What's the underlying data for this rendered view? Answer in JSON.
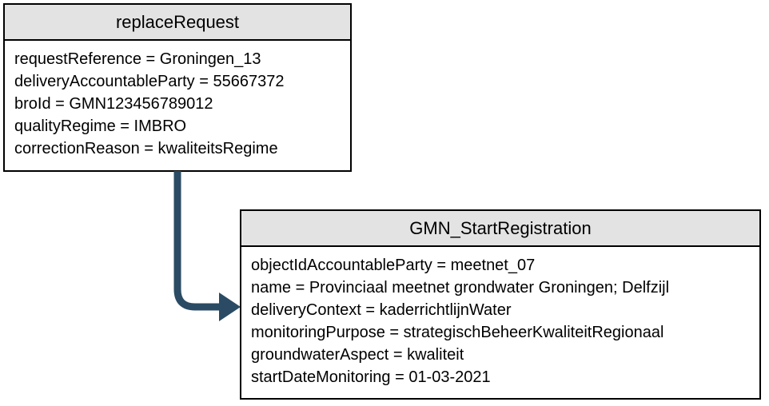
{
  "diagram": {
    "type": "uml-object-diagram",
    "colors": {
      "header_fill": "#e3e3e3",
      "border": "#000000",
      "arrow": "#2a4b63",
      "background": "#ffffff",
      "text": "#000000"
    },
    "replace_request": {
      "title": "replaceRequest",
      "attributes": [
        "requestReference = Groningen_13",
        "deliveryAccountableParty = 55667372",
        "broId = GMN123456789012",
        "qualityRegime = IMBRO",
        "correctionReason = kwaliteitsRegime"
      ]
    },
    "gmn_start_registration": {
      "title": "GMN_StartRegistration",
      "attributes": [
        "objectIdAccountableParty = meetnet_07",
        "name = Provinciaal meetnet grondwater Groningen; Delfzijl",
        "deliveryContext = kaderrichtlijnWater",
        "monitoringPurpose = strategischBeheerKwaliteitRegionaal",
        "groundwaterAspect = kwaliteit",
        "startDateMonitoring = 01-03-2021"
      ]
    },
    "connector": {
      "from": "replaceRequest",
      "to": "GMN_StartRegistration",
      "style": "elbow-arrow"
    }
  }
}
